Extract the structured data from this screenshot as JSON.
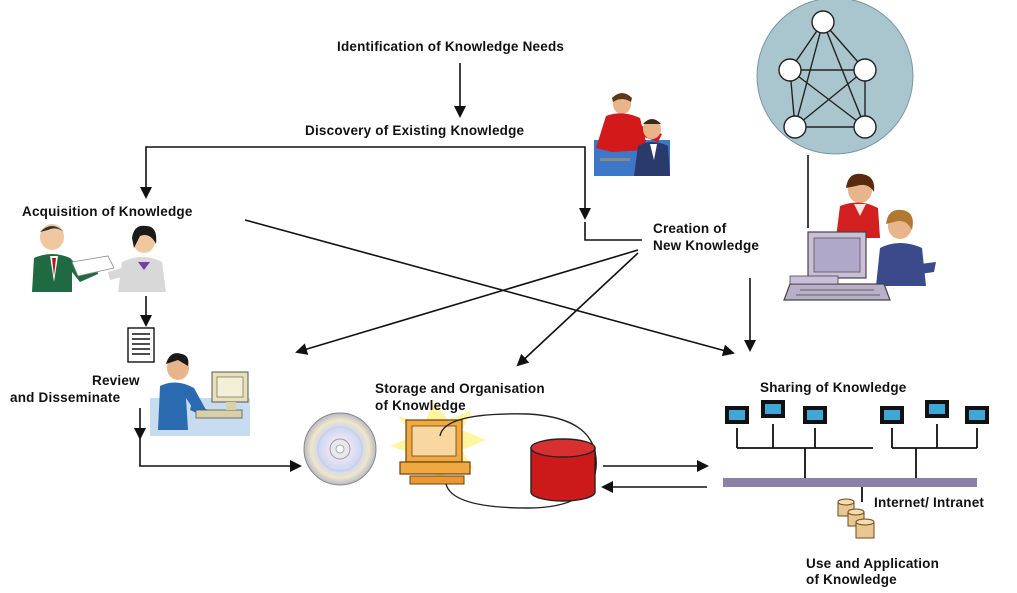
{
  "labels": {
    "identification": "Identification of Knowledge Needs",
    "discovery": "Discovery of Existing Knowledge",
    "acquisition": "Acquisition of Knowledge",
    "creation_line1": "Creation of",
    "creation_line2": "New Knowledge",
    "review_line1": "Review",
    "review_line2": "and Disseminate",
    "storage_line1": "Storage and Organisation",
    "storage_line2": "of Knowledge",
    "sharing": "Sharing of Knowledge",
    "internet": "Internet/ Intranet",
    "use_line1": "Use and Application",
    "use_line2": "of Knowledge"
  },
  "icons": [
    "network-graph-icon",
    "meeting-people-icon",
    "handshake-people-icon",
    "document-icon",
    "office-worker-computer-icon",
    "team-at-computer-icon",
    "cd-disc-icon",
    "computer-icon",
    "database-cylinder-icon",
    "lan-network-icon",
    "database-stack-icon"
  ],
  "colors": {
    "network_circle": "#a9c6cf",
    "database": "#cc1a1a",
    "lan_bus": "#8a80a8",
    "monitor_screen": "#3fa7d6",
    "arrow": "#111111"
  }
}
